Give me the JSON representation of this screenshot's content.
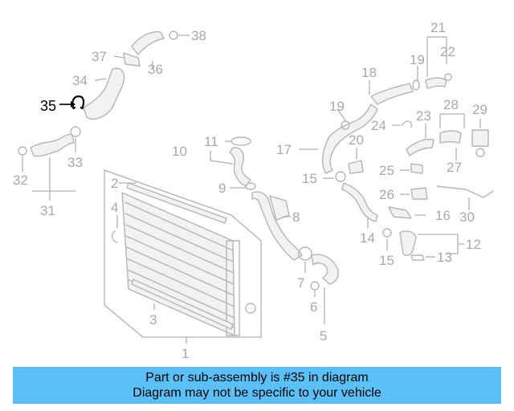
{
  "diagram": {
    "highlight_color": "#000000",
    "part_color": "#b5b5b5",
    "callouts": {
      "c1": "1",
      "c2": "2",
      "c3": "3",
      "c4": "4",
      "c5": "5",
      "c6": "6",
      "c7": "7",
      "c8": "8",
      "c9": "9",
      "c10": "10",
      "c11": "11",
      "c12": "12",
      "c13": "13",
      "c14": "14",
      "c15a": "15",
      "c15b": "15",
      "c16": "16",
      "c17": "17",
      "c18": "18",
      "c19a": "19",
      "c19b": "19",
      "c20": "20",
      "c21": "21",
      "c22": "22",
      "c23": "23",
      "c24": "24",
      "c25": "25",
      "c26": "26",
      "c27": "27",
      "c28": "28",
      "c29": "29",
      "c30": "30",
      "c31": "31",
      "c32": "32",
      "c33": "33",
      "c34": "34",
      "c35": "35",
      "c36": "36",
      "c37": "37",
      "c38": "38"
    }
  },
  "banner": {
    "color": "#5bc0f7",
    "line1": "Part or sub-assembly is #35 in diagram",
    "line2": "Diagram may not be specific to your vehicle"
  }
}
